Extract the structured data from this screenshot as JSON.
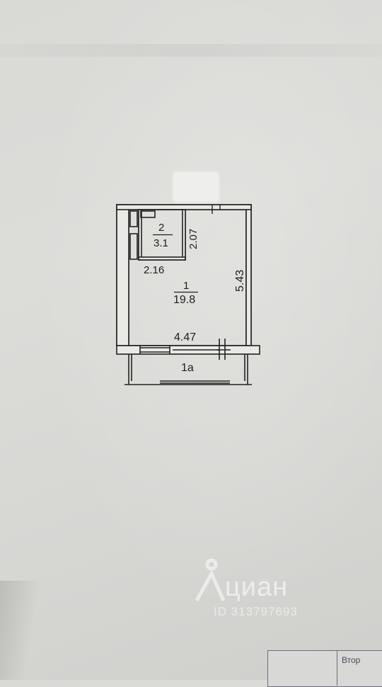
{
  "plan": {
    "room_2": {
      "number": "2",
      "area": "3.1",
      "side": "2.07"
    },
    "room_1": {
      "number": "1",
      "area": "19.8",
      "width": "2.16",
      "length": "5.43",
      "window_wall": "4.47"
    },
    "balcony": {
      "number": "1а"
    }
  },
  "watermark": {
    "brand": "циан",
    "id": "ID 313797693"
  },
  "stamp": {
    "text": "Втор"
  },
  "colors": {
    "paper": "#d9d9d6",
    "ink": "#1e1e1e",
    "stamp_ink": "#6c6c7a"
  }
}
